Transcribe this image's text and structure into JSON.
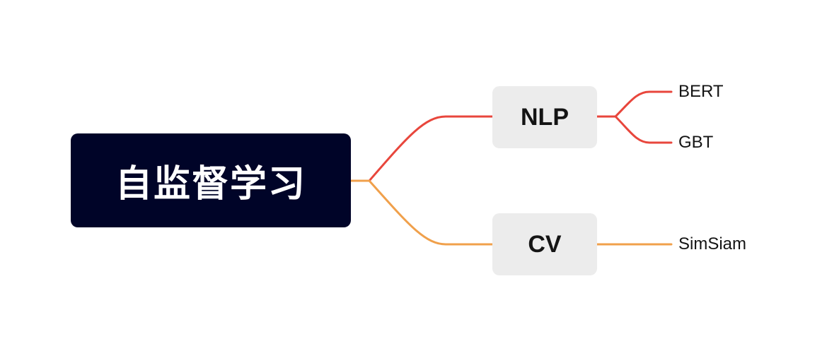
{
  "mindmap": {
    "root": {
      "label": "自监督学习"
    },
    "branches": [
      {
        "label": "NLP",
        "color": "#e8463c",
        "children": [
          {
            "label": "BERT"
          },
          {
            "label": "GBT"
          }
        ]
      },
      {
        "label": "CV",
        "color": "#f0a04b",
        "children": [
          {
            "label": "SimSiam"
          }
        ]
      }
    ]
  },
  "colors": {
    "root_background": "#000428",
    "root_text": "#ffffff",
    "branch_background": "#ececec",
    "text": "#141414",
    "nlp_edge": "#e8463c",
    "cv_edge": "#f0a04b"
  }
}
